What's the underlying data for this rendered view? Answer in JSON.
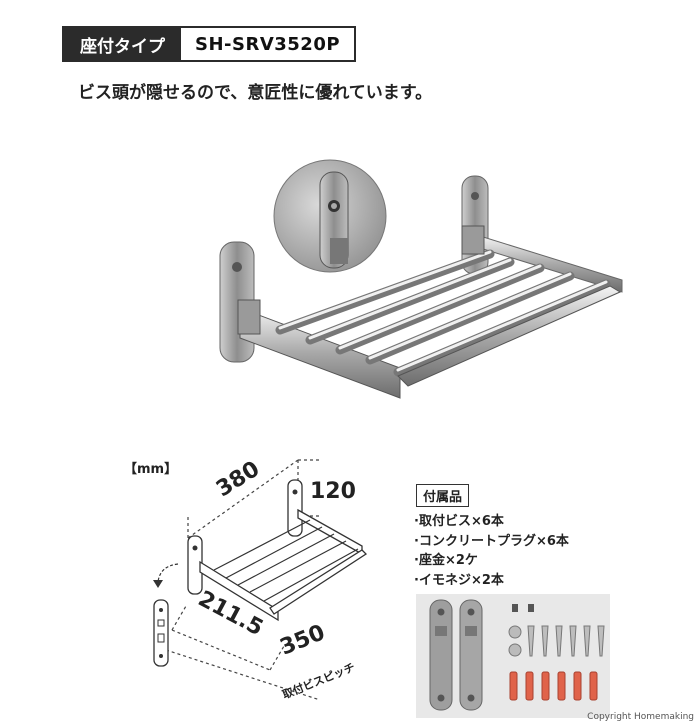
{
  "badge": {
    "type_label": "座付タイプ",
    "model": "SH-SRV3520P"
  },
  "description": "ビス頭が隠せるので、意匠性に優れています。",
  "dimensions": {
    "unit_label": "【mm】",
    "width": "380",
    "depth": "120",
    "height": "211.5",
    "pitch": "350",
    "pitch_label": "取付ビスピッチ"
  },
  "accessories": {
    "title": "付属品",
    "items": [
      "·取付ビス×6本",
      "·コンクリートプラグ×6本",
      "·座金×2ケ",
      "·イモネジ×2本"
    ]
  },
  "copyright": "Copyright Homemaking"
}
